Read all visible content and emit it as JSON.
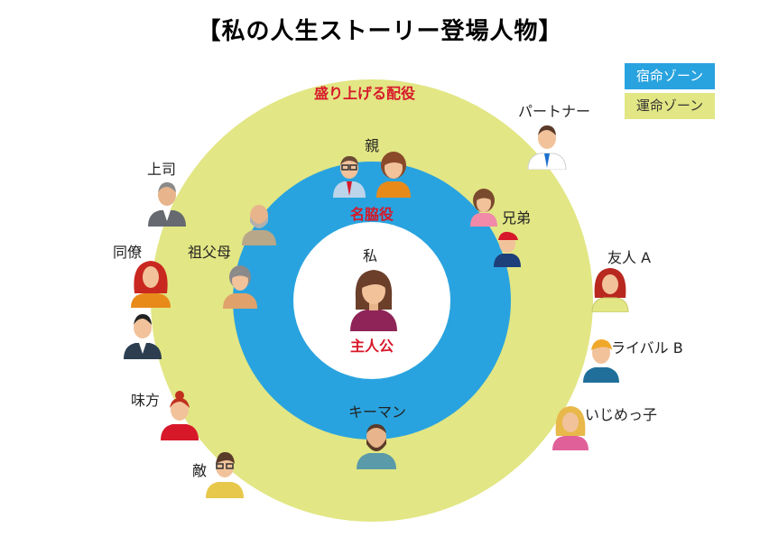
{
  "title": "【私の人生ストーリー登場人物】",
  "legend": {
    "inner": "宿命ゾーン",
    "outer": "運命ゾーン"
  },
  "colors": {
    "outer_zone": "#e2e684",
    "inner_zone": "#29a3df",
    "center": "#ffffff",
    "accent": "#d7182a"
  },
  "zones": {
    "outer": "盛り上げる配役",
    "inner": "名脇役",
    "center": "主人公"
  },
  "people": {
    "me": "私",
    "parents": "親",
    "siblings": "兄弟",
    "grandparents": "祖父母",
    "keyman": "キーマン",
    "partner": "パートナー",
    "boss": "上司",
    "colleague": "同僚",
    "friend_a": "友人 A",
    "rival_b": "ライバル B",
    "bully": "いじめっ子",
    "ally": "味方",
    "enemy": "敵"
  }
}
